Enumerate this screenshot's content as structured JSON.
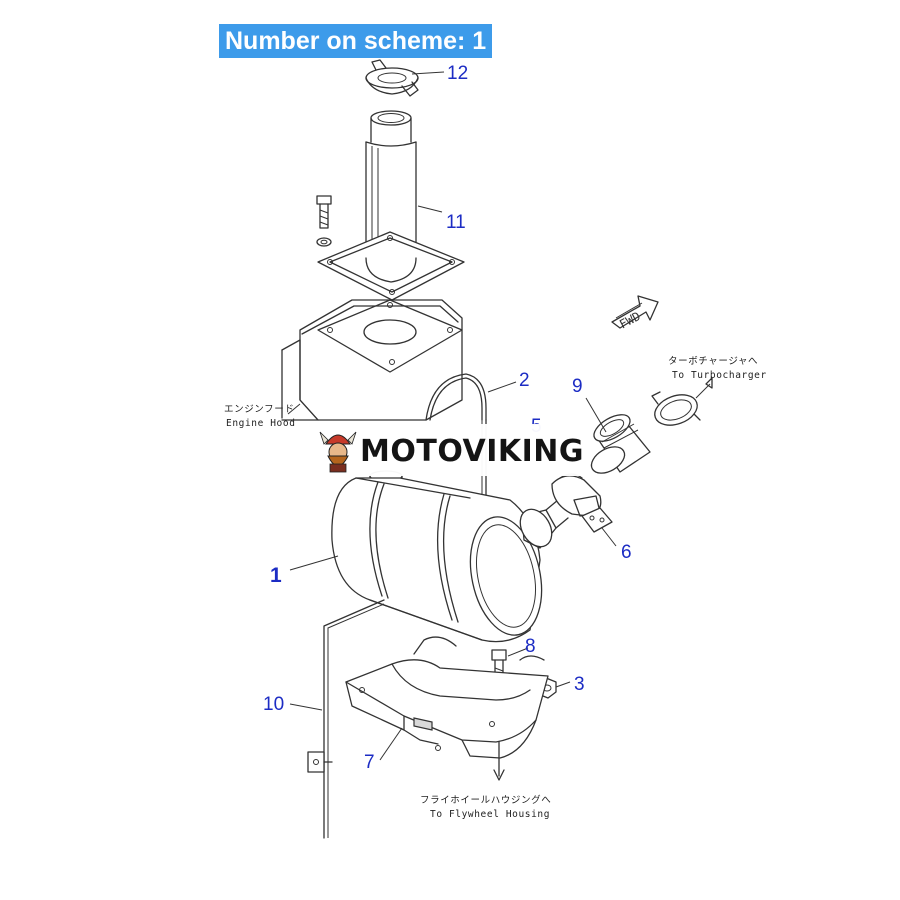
{
  "header": {
    "scheme_label": "Number on scheme: 1"
  },
  "callouts": {
    "c1": "1",
    "c2": "2",
    "c3": "3",
    "c5": "5",
    "c6": "6",
    "c7": "7",
    "c8": "8",
    "c9": "9",
    "c10": "10",
    "c11": "11",
    "c12": "12"
  },
  "notes": {
    "engine_hood_jp": "エンジンフード",
    "engine_hood_en": "Engine Hood",
    "turbo_jp": "ターボチャージャへ",
    "turbo_en": "To Turbocharger",
    "flywheel_jp": "フライホイールハウジングへ",
    "flywheel_en": "To Flywheel Housing",
    "fwd": "FWD"
  },
  "watermark": {
    "text": "MOTOVIKING"
  },
  "colors": {
    "banner": "#3d9bea",
    "callout": "#1c2cc4",
    "lines": "#333333"
  }
}
